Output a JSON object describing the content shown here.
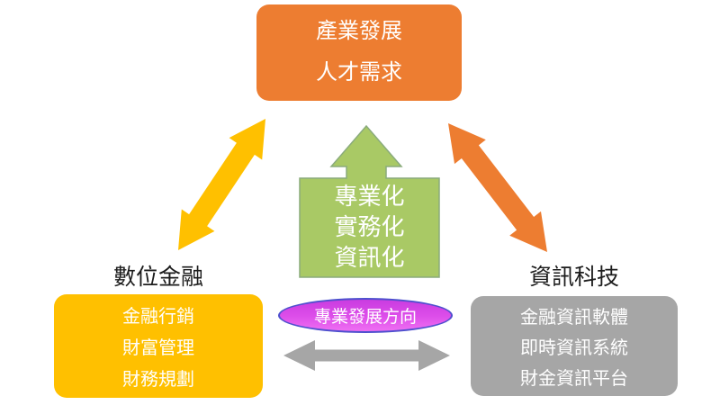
{
  "diagram": {
    "top_box": {
      "lines": [
        "產業發展",
        "人才需求"
      ]
    },
    "center_arrow_box": {
      "lines": [
        "專業化",
        "實務化",
        "資訊化"
      ]
    },
    "left_group": {
      "label": "數位金融",
      "items": [
        "金融行銷",
        "財富管理",
        "財務規劃"
      ]
    },
    "right_group": {
      "label": "資訊科技",
      "items": [
        "金融資訊軟體",
        "即時資訊系統",
        "財金資訊平台"
      ]
    },
    "center_ellipse": {
      "label": "專業發展方向"
    }
  },
  "colors": {
    "orange": "#ED7D31",
    "gold": "#FFC000",
    "green": "#A9C965",
    "green_border": "#8AAB7C",
    "gray": "#A6A6A6",
    "magenta": "#D84AE8",
    "magenta_border": "#4E50CE",
    "white_text": "#FFFFFF",
    "label_text": "#1C1C1C"
  }
}
